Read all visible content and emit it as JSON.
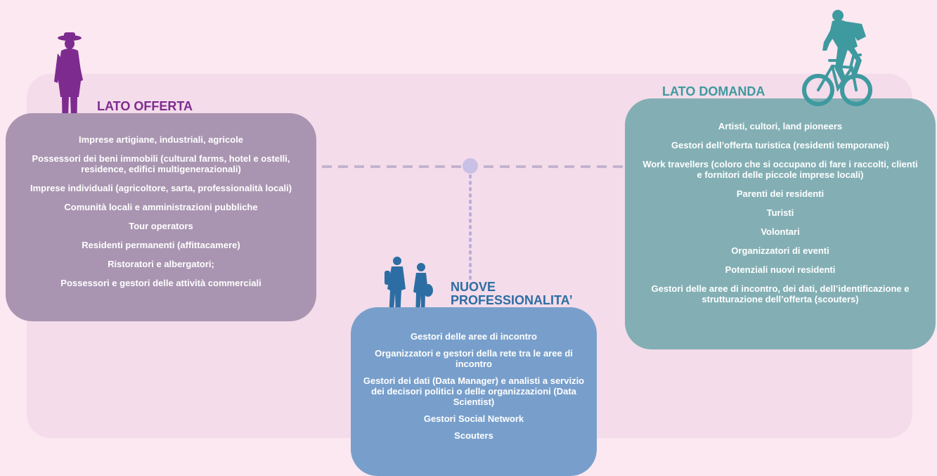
{
  "colors": {
    "page_background": "#fce8f1",
    "backdrop": "#f4dcea",
    "offerta_box": "#a995b1",
    "offerta_title": "#7e2b8f",
    "domanda_box": "#83afb4",
    "domanda_title": "#3e9a9f",
    "nuove_box": "#789fcb",
    "nuove_title": "#2c6ea3",
    "connector": "#c4b3d0"
  },
  "icons": {
    "offerta": "walking-man-with-hat-icon",
    "domanda": "cyclist-icon",
    "nuove": "two-people-icon"
  },
  "lato_offerta": {
    "title": "LATO OFFERTA",
    "items": [
      "Imprese artigiane, industriali, agricole",
      "Possessori dei beni immobili (cultural farms, hotel e ostelli, residence, edifici multigenerazionali)",
      "Imprese individuali (agricoltore, sarta, professionalità locali)",
      "Comunità locali e amministrazioni pubbliche",
      "Tour operators",
      "Residenti permanenti (affittacamere)",
      "Ristoratori e albergatori;",
      "Possessori e gestori delle attività commerciali"
    ]
  },
  "lato_domanda": {
    "title": "LATO DOMANDA",
    "items": [
      "Artisti, cultori, land pioneers",
      "Gestori dell’offerta turistica (residenti temporanei)",
      "Work travellers (coloro che si occupano di fare i raccolti, clienti e fornitori delle piccole imprese locali)",
      "Parenti dei residenti",
      "Turisti",
      "Volontari",
      "Organizzatori di eventi",
      "Potenziali nuovi residenti",
      "Gestori delle aree di incontro, dei dati, dell’identificazione e strutturazione dell’offerta (scouters)"
    ]
  },
  "nuove_professionalita": {
    "title_line1": "NUOVE",
    "title_line2": "PROFESSIONALITA’",
    "items": [
      "Gestori delle aree di incontro",
      "Organizzatori e gestori della rete tra le aree di incontro",
      "Gestori dei dati (Data Manager) e analisti a servizio dei decisori politici o delle organizzazioni (Data Scientist)",
      "Gestori Social Network",
      "Scouters"
    ]
  }
}
